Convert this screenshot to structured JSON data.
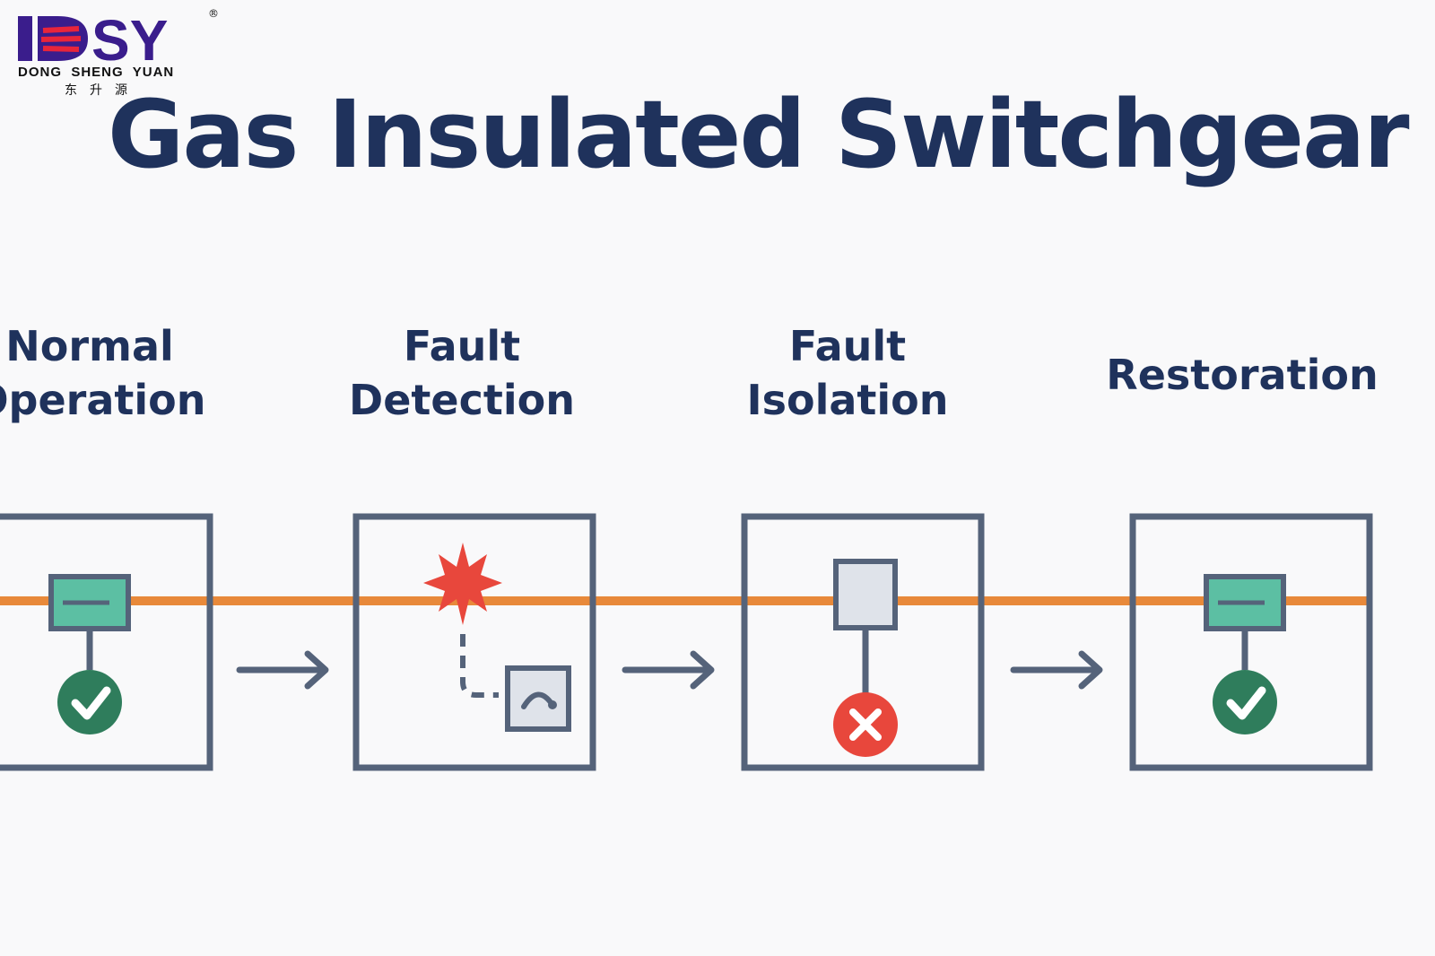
{
  "logo": {
    "mark_text": "DSY",
    "name": "DONG  SHENG  YUAN",
    "chinese": "东升源",
    "registered": "®"
  },
  "title": "Gas Insulated Switchgear",
  "stages": [
    {
      "label": "Normal\nOperation",
      "status_icon": "check-circle-icon"
    },
    {
      "label": "Fault\nDetection",
      "status_icon": "fault-spark-icon"
    },
    {
      "label": "Fault\nIsolation",
      "status_icon": "x-circle-icon"
    },
    {
      "label": "Restoration",
      "status_icon": "check-circle-icon"
    }
  ],
  "colors": {
    "title": "#1f325c",
    "frame": "#55637a",
    "busbar": "#e8893a",
    "breaker_closed": "#5cbfa3",
    "ok_green": "#2f7d5c",
    "fault_red": "#e8473c",
    "open_gray": "#dfe3ea"
  }
}
